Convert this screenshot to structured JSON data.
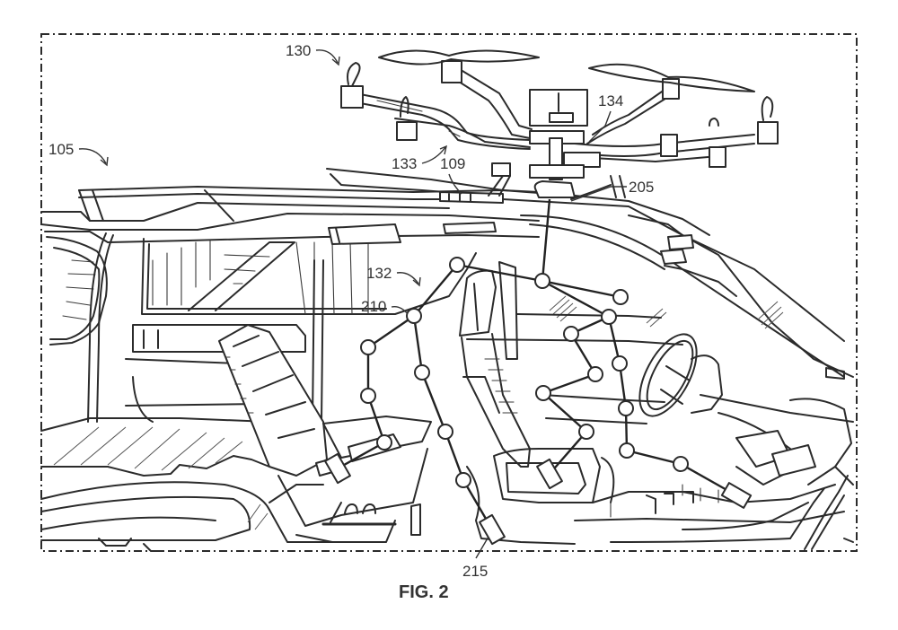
{
  "figure": {
    "caption": "FIG. 2",
    "type": "patent-drawing",
    "subject": "vehicle interior with roof-docked drone and sensor network"
  },
  "reference_numerals": {
    "vehicle": "105",
    "roof_dock": "109",
    "drone": "130",
    "sensor_network": "132",
    "drone_arm": "133",
    "drone_payload": "134",
    "roof_connector": "205",
    "sensor_node": "210",
    "base_module": "215"
  },
  "colors": {
    "line": "#2b2b2b",
    "background": "#ffffff"
  }
}
